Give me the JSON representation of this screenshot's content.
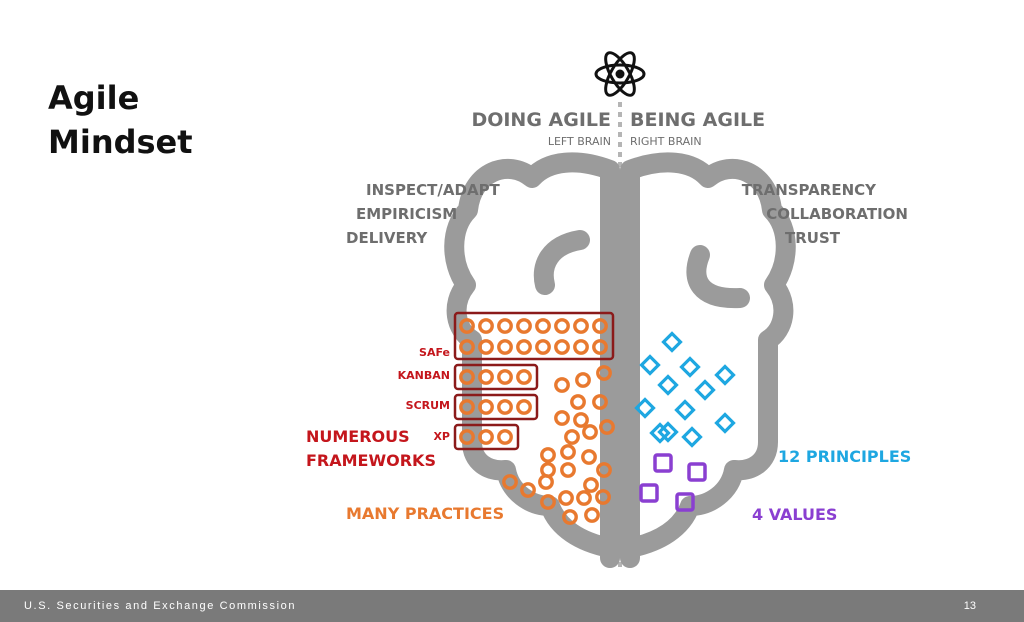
{
  "slide": {
    "title_line1": "Agile",
    "title_line2": "Mindset",
    "page_number": "13"
  },
  "footer": {
    "organization": "U.S. Securities and Exchange Commission"
  },
  "diagram": {
    "doing_agile": "DOING AGILE",
    "left_brain": "LEFT BRAIN",
    "being_agile": "BEING AGILE",
    "right_brain": "RIGHT BRAIN",
    "left_terms": [
      "INSPECT/ADAPT",
      "EMPIRICISM",
      "DELIVERY"
    ],
    "right_terms": [
      "TRANSPARENCY",
      "COLLABORATION",
      "TRUST"
    ],
    "frameworks": [
      {
        "name": "SAFe",
        "practice_count": 16
      },
      {
        "name": "KANBAN",
        "practice_count": 4
      },
      {
        "name": "SCRUM",
        "practice_count": 4
      },
      {
        "name": "XP",
        "practice_count": 3
      }
    ],
    "numerous_frameworks_line1": "NUMEROUS",
    "numerous_frameworks_line2": "FRAMEWORKS",
    "many_practices": "MANY PRACTICES",
    "principles_label": "12 PRINCIPLES",
    "principles_count": 12,
    "values_label": "4 VALUES",
    "values_count": 4
  },
  "colors": {
    "brain": "#9b9b9b",
    "heading_gray": "#6e6e6e",
    "orange": "#e8792f",
    "red": "#c4161c",
    "frame_border": "#8b1a1a",
    "blue": "#1ea7e1",
    "purple": "#8a3fd1",
    "footer_bg": "#7a7a7a"
  }
}
